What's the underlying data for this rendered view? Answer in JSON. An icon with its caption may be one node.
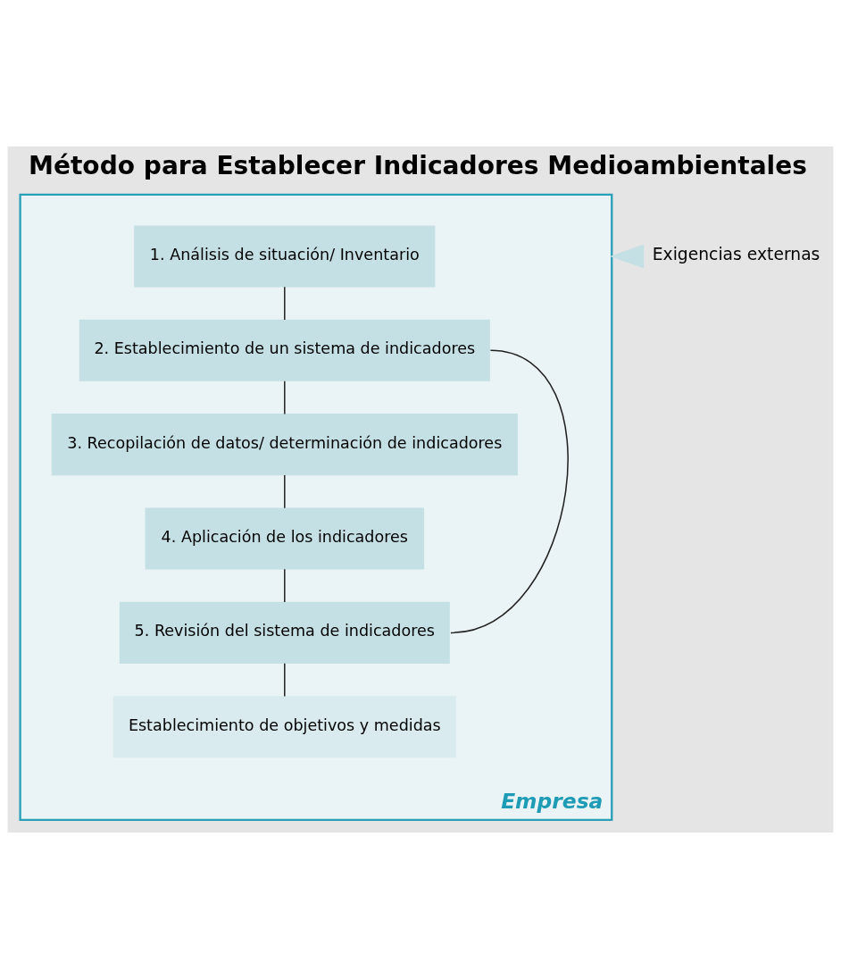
{
  "diagram": {
    "title": "Método para Establecer Indicadores Medioambientales",
    "nodes": [
      {
        "text": [
          "Empresa"
        ]
      },
      {
        "text": [
          "1. Análisis de situación/ Inventario"
        ],
        "in": 0
      },
      {
        "text": [
          "2. Establecimiento de un sistema de indicadores"
        ],
        "in": 0
      },
      {
        "text": [
          "3. Recopilación de datos/ determinación de indicadores"
        ],
        "in": 0
      },
      {
        "text": [
          "4. Aplicación de los indicadores"
        ],
        "in": 0
      },
      {
        "text": [
          "5. Revisión del sistema de indicadores"
        ],
        "in": 0
      },
      {
        "text": [
          "Establecimiento de objetivos y medidas"
        ],
        "in": 0
      },
      {
        "text": [
          "Exigencias externas"
        ]
      }
    ],
    "edges": [
      {
        "from": 1,
        "to": 2,
        "arrow": "none"
      },
      {
        "from": 2,
        "to": 3,
        "arrow": "none"
      },
      {
        "from": 3,
        "to": 4,
        "arrow": "none"
      },
      {
        "from": 4,
        "to": 5,
        "arrow": "none"
      },
      {
        "from": 5,
        "to": 6,
        "arrow": "none"
      },
      {
        "from": 2,
        "to": 5,
        "arrow": "none"
      },
      {
        "from": 7,
        "to": 0,
        "arrow": "to",
        "color": "#c5e0e5"
      }
    ]
  }
}
